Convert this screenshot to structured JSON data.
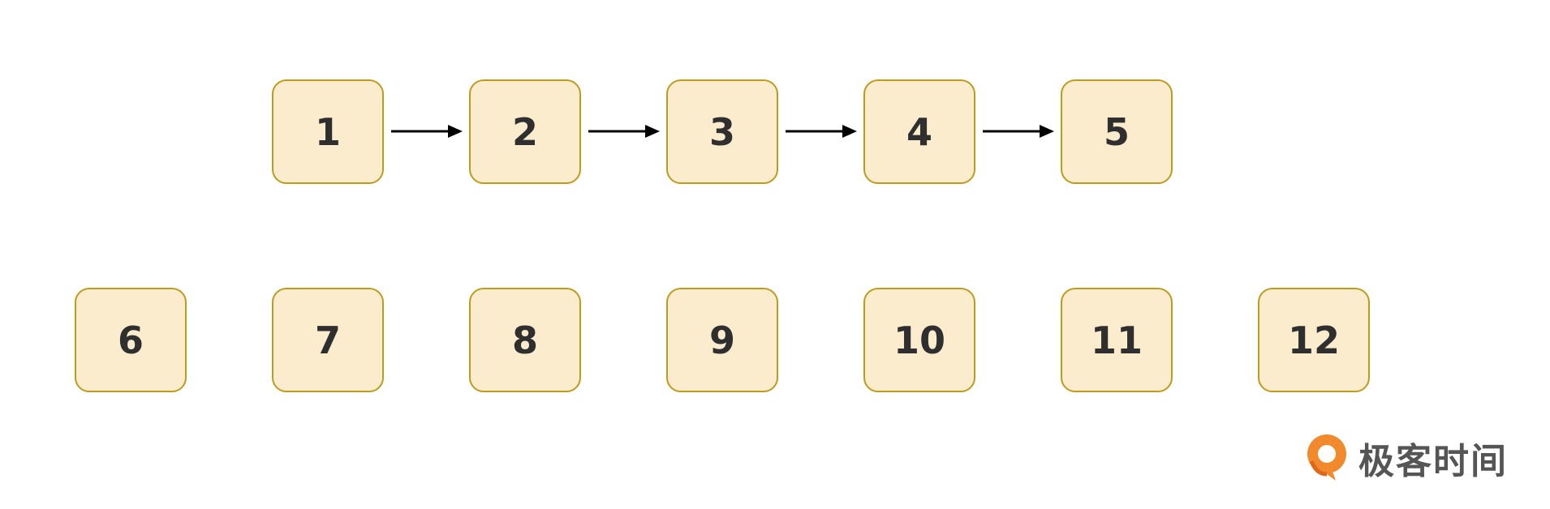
{
  "nodes_top": [
    "1",
    "2",
    "3",
    "4",
    "5"
  ],
  "nodes_bottom": [
    "6",
    "7",
    "8",
    "9",
    "10",
    "11",
    "12"
  ],
  "arrows": [
    [
      "1",
      "2"
    ],
    [
      "2",
      "3"
    ],
    [
      "3",
      "4"
    ],
    [
      "4",
      "5"
    ]
  ],
  "brand": {
    "name": "极客时间",
    "logo_icon": "geektime-logo-icon",
    "logo_color": "#f08a2c"
  },
  "colors": {
    "node_fill": "#fcecce",
    "node_border": "#bf9b1c",
    "arrow": "#000000"
  }
}
